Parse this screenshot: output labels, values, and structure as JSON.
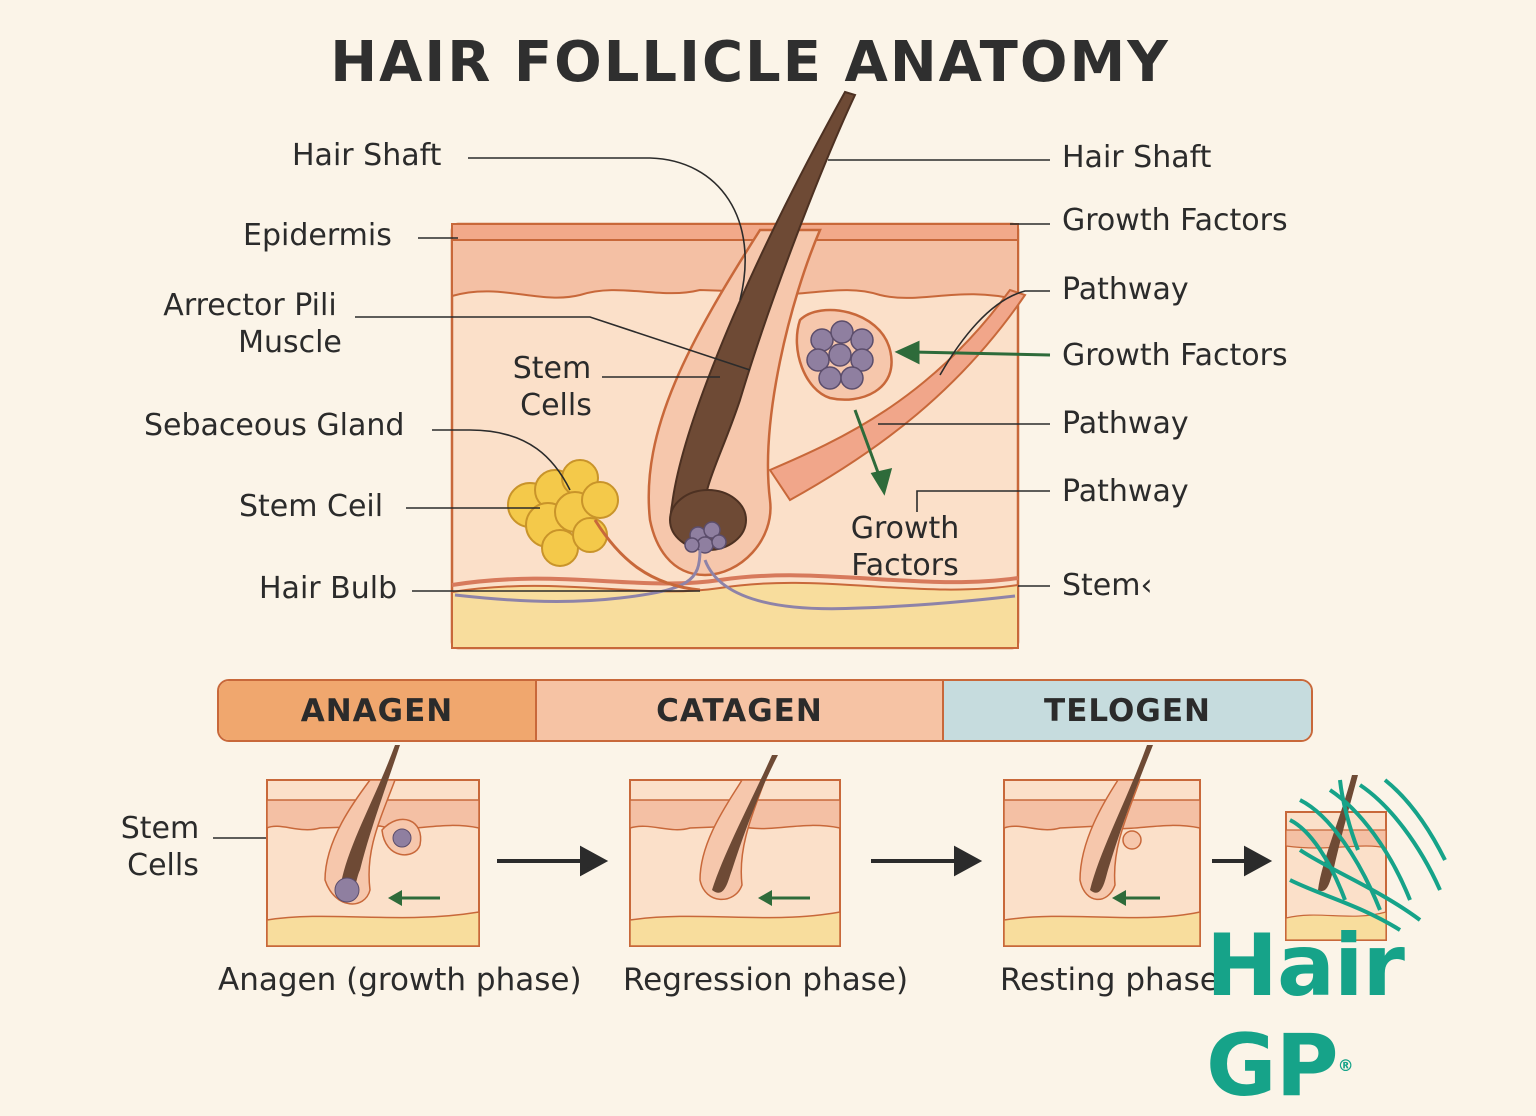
{
  "title": "HAIR FOLLICLE ANATOMY",
  "left_labels": {
    "hair_shaft": "Hair Shaft",
    "epidermis": "Epidermis",
    "arrector_line1": "Arrector Pili",
    "arrector_line2": "Muscle",
    "sebaceous_gland": "Sebaceous Gland",
    "stem_ceil": "Stem Ceil",
    "hair_bulb": "Hair Bulb"
  },
  "inner_labels": {
    "stem_cells_line1": "Stem",
    "stem_cells_line2": "Cells",
    "growth_factors_line1": "Growth",
    "growth_factors_line2": "Factors"
  },
  "right_labels": {
    "hair_shaft": "Hair Shaft",
    "growth_factors_1": "Growth Factors",
    "pathway_1": "Pathway",
    "growth_factors_2": "Growth Factors",
    "pathway_2": "Pathway",
    "pathway_3": "Pathway",
    "stem": "Stem‹"
  },
  "phases": {
    "anagen": "ANAGEN",
    "catagen": "CATAGEN",
    "telogen": "TELOGEN"
  },
  "cycle": {
    "stem_cells_line1": "Stem",
    "stem_cells_line2": "Cells",
    "caption_1": "Anagen (growth phase)",
    "caption_2": "Regression phase)",
    "caption_3": "Resting phase"
  },
  "logo": {
    "text": "Hair GP",
    "mark": "®",
    "color": "#16a389"
  },
  "colors": {
    "background": "#fbf4e8",
    "skin": "#f9d9bf",
    "epidermis": "#f2b79a",
    "hair": "#6e4a35",
    "sebaceous": "#f4c94a",
    "stem_cluster": "#8f7fa0",
    "arrow": "#2e6b3a",
    "outline": "#c8683a"
  },
  "icons": [
    "arrow-right-icon",
    "growth-arrow-icon",
    "logo-stripes-icon"
  ]
}
